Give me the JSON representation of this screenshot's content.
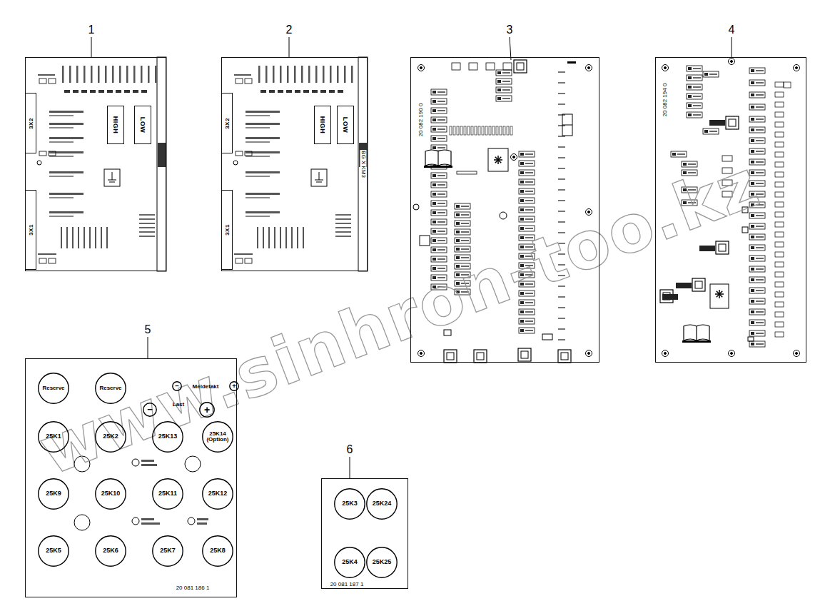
{
  "diagram": {
    "nodes": [
      {
        "text": []
      },
      {
        "text": [
          "3X2"
        ],
        "in": 0
      },
      {
        "text": [
          "3X1"
        ],
        "in": 0
      },
      {
        "text": [
          "HIGH"
        ],
        "in": 0
      },
      {
        "text": [
          "LOW"
        ],
        "in": 0
      },
      {
        "text": [
          "BG X KM3"
        ]
      },
      {
        "text": [
          "3X2"
        ],
        "in": 5
      },
      {
        "text": [
          "3X1"
        ],
        "in": 5
      },
      {
        "text": [
          "HIGH"
        ],
        "in": 5
      },
      {
        "text": [
          "LOW"
        ],
        "in": 5
      },
      {
        "text": [
          "20 082 190 0"
        ]
      },
      {
        "text": [
          "20 082 194 0"
        ]
      },
      {
        "text": [
          "20 081 186 1"
        ]
      },
      {
        "text": [
          "Reserve"
        ],
        "in": 12
      },
      {
        "text": [
          "Reserve"
        ],
        "in": 12
      },
      {
        "text": [
          "−"
        ],
        "in": 12
      },
      {
        "text": [
          "+"
        ],
        "in": 12
      },
      {
        "text": [
          "−"
        ],
        "in": 12
      },
      {
        "text": [
          "+"
        ],
        "in": 12
      },
      {
        "text": [
          "25K1"
        ],
        "in": 12
      },
      {
        "text": [
          "25K2"
        ],
        "in": 12
      },
      {
        "text": [
          "25K13"
        ],
        "in": 12
      },
      {
        "text": [
          "25K14 (Option)"
        ],
        "in": 12
      },
      {
        "text": [
          "25K9"
        ],
        "in": 12
      },
      {
        "text": [
          "25K10"
        ],
        "in": 12
      },
      {
        "text": [
          "25K11"
        ],
        "in": 12
      },
      {
        "text": [
          "25K12"
        ],
        "in": 12
      },
      {
        "text": [
          "25K5"
        ],
        "in": 12
      },
      {
        "text": [
          "25K6"
        ],
        "in": 12
      },
      {
        "text": [
          "25K7"
        ],
        "in": 12
      },
      {
        "text": [
          "25K8"
        ],
        "in": 12
      },
      {
        "text": [
          "20 081 187 1"
        ]
      },
      {
        "text": [
          "25K3"
        ],
        "in": 31
      },
      {
        "text": [
          "25K24"
        ],
        "in": 31
      },
      {
        "text": [
          "25K4"
        ],
        "in": 31
      },
      {
        "text": [
          "25K25"
        ],
        "in": 31
      }
    ],
    "labels": [
      "www.sinhron-too.kz",
      "1",
      "2",
      "3",
      "4",
      "5",
      "6",
      "Meldetakt",
      "Last"
    ]
  }
}
